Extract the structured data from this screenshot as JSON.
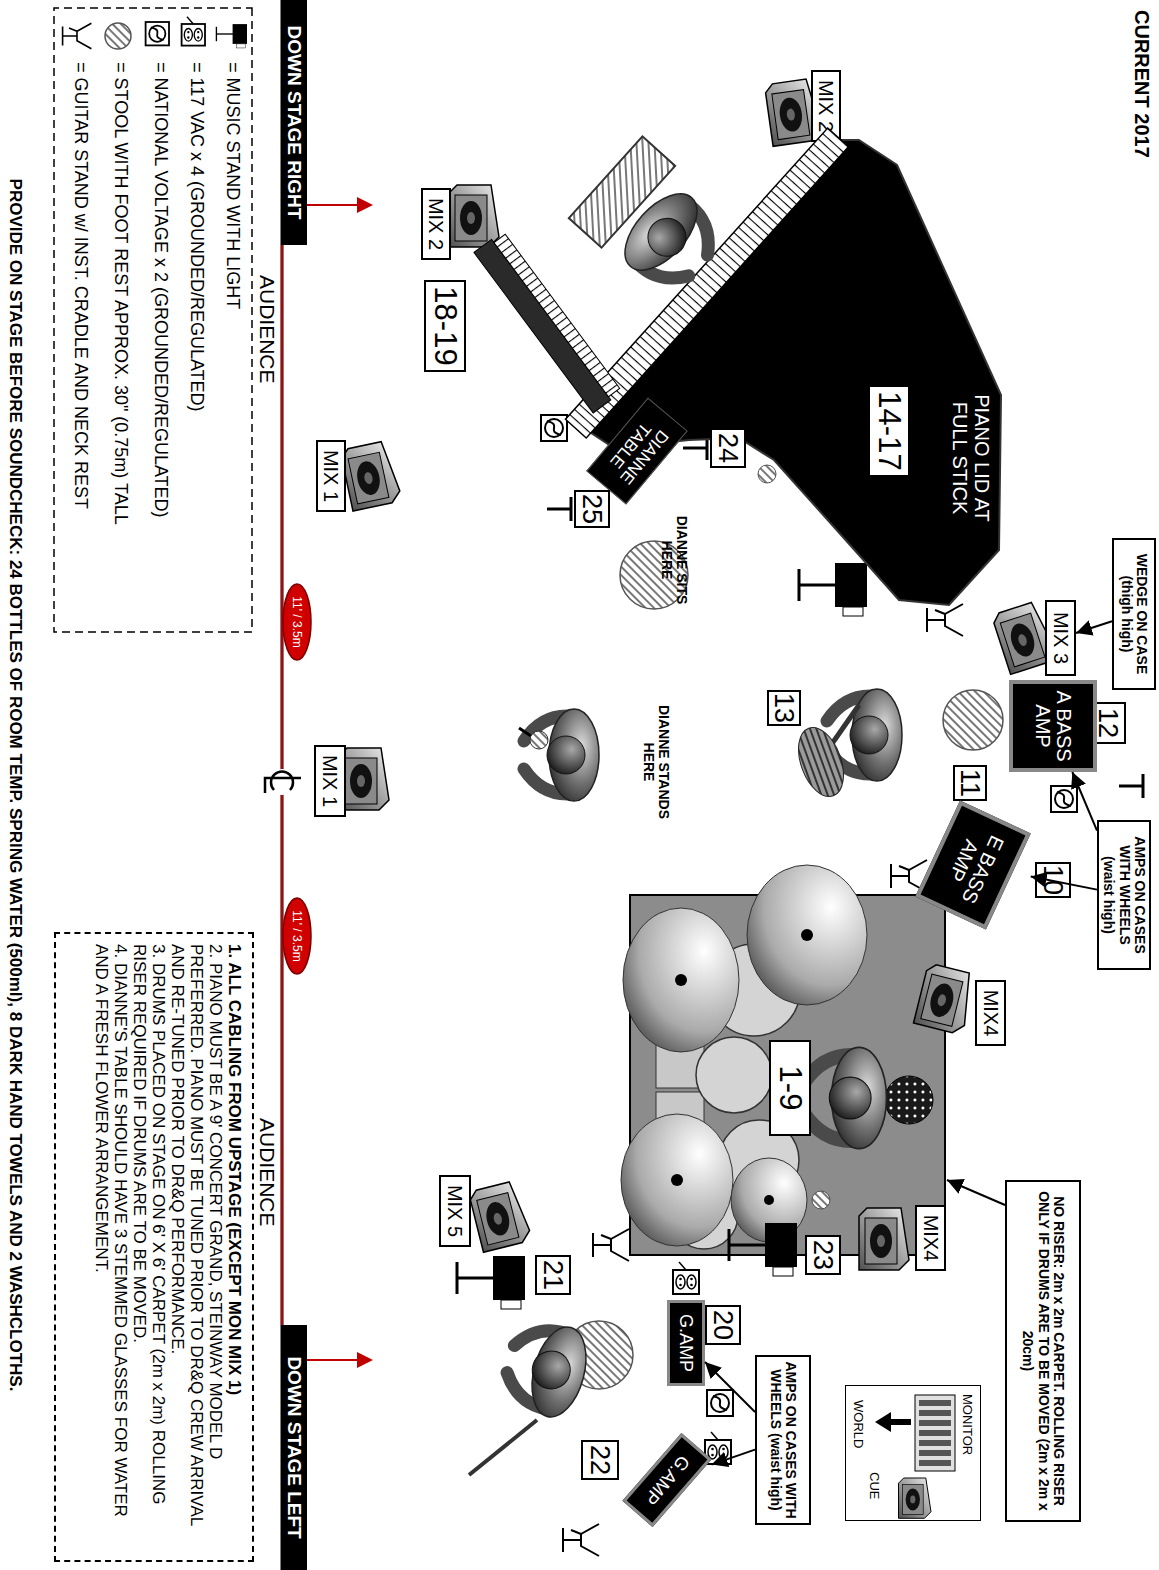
{
  "diagram": {
    "title": "CURRENT 2017",
    "caption": "PROVIDE ON STAGE BEFORE SOUNDCHECK: 24 BOTTLES OF ROOM TEMP. SPRING WATER (500ml), 8 DARK HAND TOWELS AND 2 WASHCLOTHS.",
    "nodes": [
      {
        "text": [
          "PIANO LID AT FULL STICK"
        ]
      },
      {
        "text": [
          "14-17"
        ],
        "in": 0
      },
      {
        "text": [
          "MIX 2"
        ]
      },
      {
        "text": [
          "MIX 2"
        ]
      },
      {
        "text": [
          "18-19"
        ]
      },
      {
        "text": [
          "DIANNE TABLE"
        ]
      },
      {
        "text": [
          "24"
        ]
      },
      {
        "text": [
          "25"
        ]
      },
      {
        "text": [
          "MIX 1"
        ]
      },
      {
        "text": [
          "WEDGE ON CASE (thigh high)"
        ]
      },
      {
        "text": [
          "MIX 3"
        ]
      },
      {
        "text": [
          "12"
        ]
      },
      {
        "text": [
          "A BASS AMP"
        ]
      },
      {
        "text": [
          "13"
        ]
      },
      {
        "text": [
          "11"
        ]
      },
      {
        "text": [
          "AMPS ON CASES WITH WHEELS (waist high)"
        ]
      },
      {
        "text": [
          "E BASS AMP"
        ]
      },
      {
        "text": [
          "10"
        ]
      },
      {
        "text": [
          "MIX 1"
        ]
      },
      {
        "text": [
          "MIX4"
        ]
      },
      {
        "text": [
          "1-9"
        ]
      },
      {
        "text": [
          "NO RISER: 2m x 2m CARPET. ROLLING RISER ONLY IF DRUMS ARE TO BE MOVED (2m x 2m x 20cm)"
        ]
      },
      {
        "text": [
          "MIX4"
        ]
      },
      {
        "text": [
          "MONITOR",
          "WORLD",
          "CUE"
        ]
      },
      {
        "text": [
          "23"
        ]
      },
      {
        "text": [
          "20"
        ]
      },
      {
        "text": [
          "G.AMP"
        ]
      },
      {
        "text": [
          "AMPS ON CASES WITH WHEELS (waist high)"
        ]
      },
      {
        "text": [
          "MIX 5"
        ]
      },
      {
        "text": [
          "21"
        ]
      },
      {
        "text": [
          "22"
        ]
      },
      {
        "text": [
          "G.AMP"
        ]
      },
      {
        "text": [
          "DOWN STAGE RIGHT"
        ]
      },
      {
        "text": [
          "11' / 3.5m"
        ]
      },
      {
        "text": [
          "11' / 3.5m"
        ]
      },
      {
        "text": [
          "DOWN STAGE LEFT"
        ]
      },
      {
        "text": [
          "1. ALL CABLING FROM UPSTAGE (EXCEPT MON MIX 1)",
          "2. PIANO MUST BE A 9' CONCERT GRAND, STEINWAY MODEL D PREFERRED. PIANO MUST BE TUNED PRIOR TO DR&Q CREW ARRIVAL AND RE-TUNED PRIOR TO DR&Q PERFORMANCE.",
          "3. DRUMS PLACED ON STAGE ON 6' X 6' CARPET (2m x 2m) ROLLING RISER REQUIRED IF DRUMS ARE TO BE MOVED.",
          "4. DIANNE'S TABLE SHOULD HAVE 3 STEMMED GLASSES FOR WATER AND A FRESH FLOWER ARRANGEMENT."
        ]
      }
    ],
    "edges": [
      {
        "from": 15,
        "to": 12,
        "arrow": "to"
      },
      {
        "from": 15,
        "to": 16,
        "arrow": "to"
      },
      {
        "from": 9,
        "to": 10,
        "arrow": "to"
      },
      {
        "from": 27,
        "to": 26,
        "arrow": "to"
      },
      {
        "from": 27,
        "to": 31,
        "arrow": "to"
      }
    ],
    "labels": [
      "AUDIENCE",
      "AUDIENCE",
      "DIANNE SITS HERE",
      "DIANNE STANDS HERE"
    ],
    "legend": [
      {
        "text": "= MUSIC STAND WITH LIGHT"
      },
      {
        "text": "= 117 VAC x 4 (GROUNDED/REGULATED)"
      },
      {
        "text": "= NATIONAL VOLTAGE x 2 (GROUNDED/REGULATED)"
      },
      {
        "text": "= STOOL WITH FOOT REST APPROX. 30\" (0.75m) TALL"
      },
      {
        "text": "= GUITAR STAND w/ INST. CRADLE AND NECK REST"
      }
    ]
  }
}
